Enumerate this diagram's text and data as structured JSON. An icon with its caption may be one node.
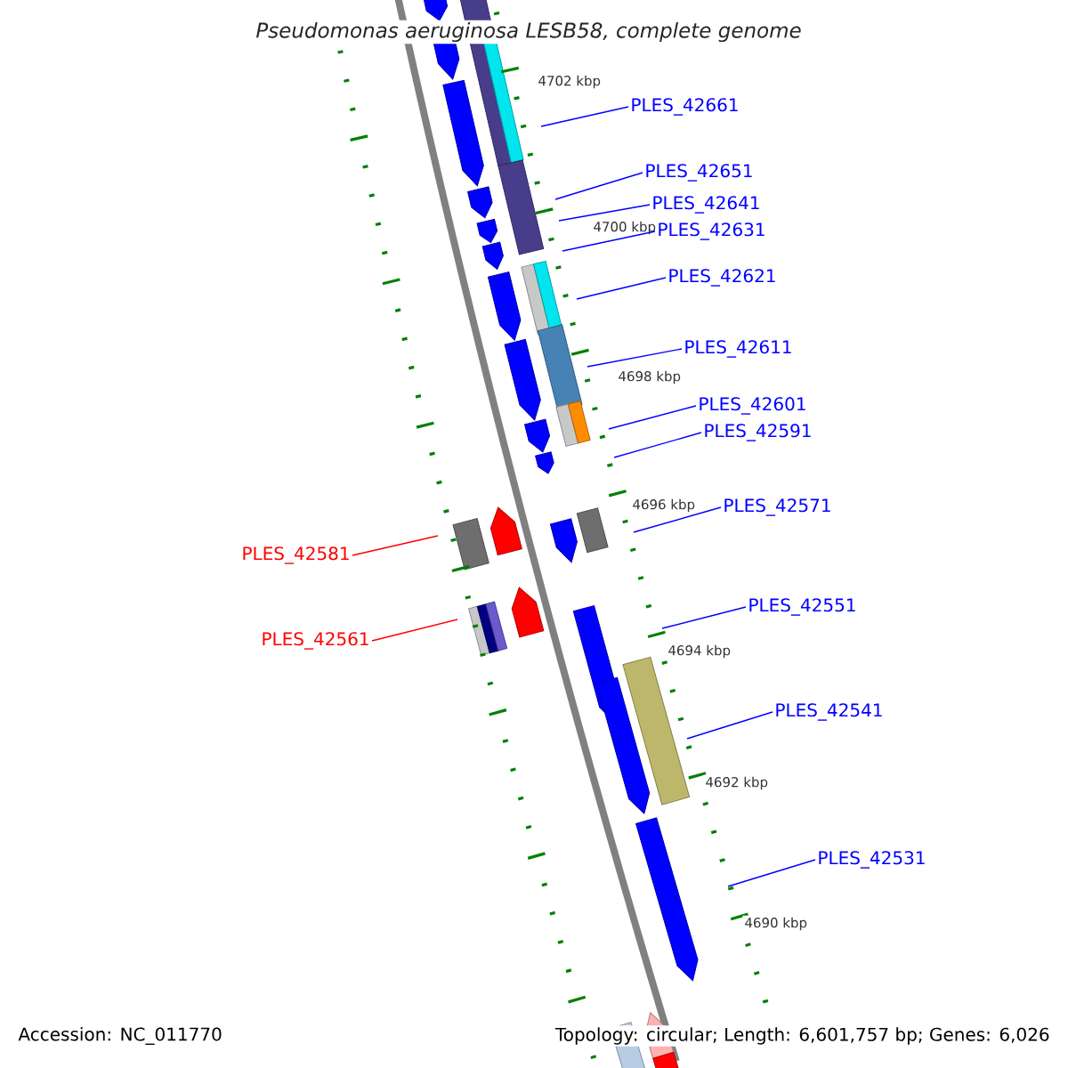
{
  "diagram": {
    "title": "Pseudomonas aeruginosa LESB58, complete genome",
    "nodes": [
      {
        "text": [
          "PLES_42661"
        ]
      },
      {
        "text": [
          "PLES_42651"
        ]
      },
      {
        "text": [
          "PLES_42641"
        ]
      },
      {
        "text": [
          "PLES_42631"
        ]
      },
      {
        "text": [
          "PLES_42621"
        ]
      },
      {
        "text": [
          "PLES_42611"
        ]
      },
      {
        "text": [
          "PLES_42601"
        ]
      },
      {
        "text": [
          "PLES_42591"
        ]
      },
      {
        "text": [
          "PLES_42581"
        ]
      },
      {
        "text": [
          "PLES_42571"
        ]
      },
      {
        "text": [
          "PLES_42561"
        ]
      },
      {
        "text": [
          "PLES_42551"
        ]
      },
      {
        "text": [
          "PLES_42541"
        ]
      },
      {
        "text": [
          "PLES_42531"
        ]
      }
    ],
    "edges": [
      {
        "from": 0,
        "to": null,
        "arrow": "none"
      },
      {
        "from": 1,
        "to": null,
        "arrow": "none"
      },
      {
        "from": 2,
        "to": null,
        "arrow": "none"
      },
      {
        "from": 3,
        "to": null,
        "arrow": "none"
      },
      {
        "from": 4,
        "to": null,
        "arrow": "none"
      },
      {
        "from": 5,
        "to": null,
        "arrow": "none"
      },
      {
        "from": 6,
        "to": null,
        "arrow": "none"
      },
      {
        "from": 7,
        "to": null,
        "arrow": "none"
      },
      {
        "from": 8,
        "to": null,
        "arrow": "none",
        "color": "#ff0000"
      },
      {
        "from": 9,
        "to": null,
        "arrow": "none"
      },
      {
        "from": 10,
        "to": null,
        "arrow": "none",
        "color": "#ff0000"
      },
      {
        "from": 11,
        "to": null,
        "arrow": "none"
      },
      {
        "from": 12,
        "to": null,
        "arrow": "none"
      },
      {
        "from": 13,
        "to": null,
        "arrow": "none"
      }
    ],
    "labels": [
      "4702 kbp",
      "4700 kbp",
      "4698 kbp",
      "4696 kbp",
      "4694 kbp",
      "4692 kbp",
      "4690 kbp",
      "Accession: NC_011770",
      "Topology: circular; Length: 6,601,757 bp; Genes: 6,026"
    ]
  }
}
